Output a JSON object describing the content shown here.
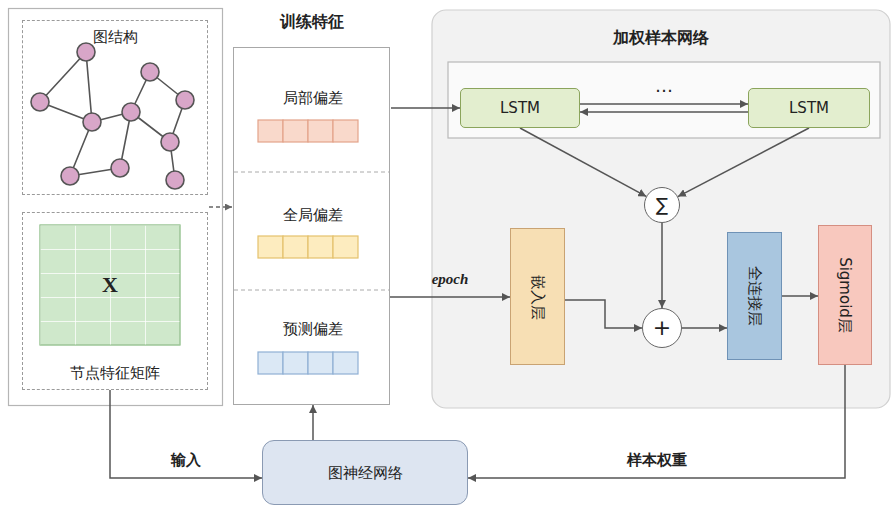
{
  "diagram": {
    "nodes": [
      {
        "text": [
          "图结构"
        ]
      },
      {
        "text": [
          "节点特征矩阵"
        ]
      },
      {
        "text": [
          "训练特征"
        ]
      },
      {
        "text": [
          "局部偏差"
        ],
        "in": 2
      },
      {
        "text": [
          "全局偏差"
        ],
        "in": 2
      },
      {
        "text": [
          "预测偏差"
        ],
        "in": 2
      },
      {
        "text": [
          "加权样本网络"
        ]
      },
      {
        "text": [
          "LSTM"
        ],
        "in": 6
      },
      {
        "text": [
          "LSTM"
        ],
        "in": 6
      },
      {
        "text": [
          "∑"
        ],
        "in": 6
      },
      {
        "text": [
          "+"
        ],
        "in": 6
      },
      {
        "text": [
          "嵌入层"
        ],
        "in": 6
      },
      {
        "text": [
          "全连接层"
        ],
        "in": 6
      },
      {
        "text": [
          "Sigmoid层"
        ],
        "in": 6
      },
      {
        "text": [
          "图神经网络"
        ]
      }
    ],
    "edges": [
      {
        "from": 3,
        "to": 7,
        "arrow": "to"
      },
      {
        "from": 7,
        "to": 8,
        "arrow": "both"
      },
      {
        "from": 7,
        "to": 9,
        "arrow": "to"
      },
      {
        "from": 8,
        "to": 9,
        "arrow": "to"
      },
      {
        "from": 9,
        "to": 10,
        "arrow": "to"
      },
      {
        "from": 11,
        "to": 10,
        "arrow": "to"
      },
      {
        "from": 10,
        "to": 12,
        "arrow": "to"
      },
      {
        "from": 12,
        "to": 13,
        "arrow": "to"
      },
      {
        "from": 13,
        "to": 14,
        "label": "样本权重",
        "arrow": "to"
      },
      {
        "from": 1,
        "to": 14,
        "label": "输入",
        "arrow": "to"
      },
      {
        "from": 14,
        "to": 2,
        "arrow": "to"
      },
      {
        "from": 2,
        "to": 11,
        "label": "epoch",
        "arrow": "to"
      }
    ],
    "labels": [
      "X",
      "…"
    ]
  }
}
